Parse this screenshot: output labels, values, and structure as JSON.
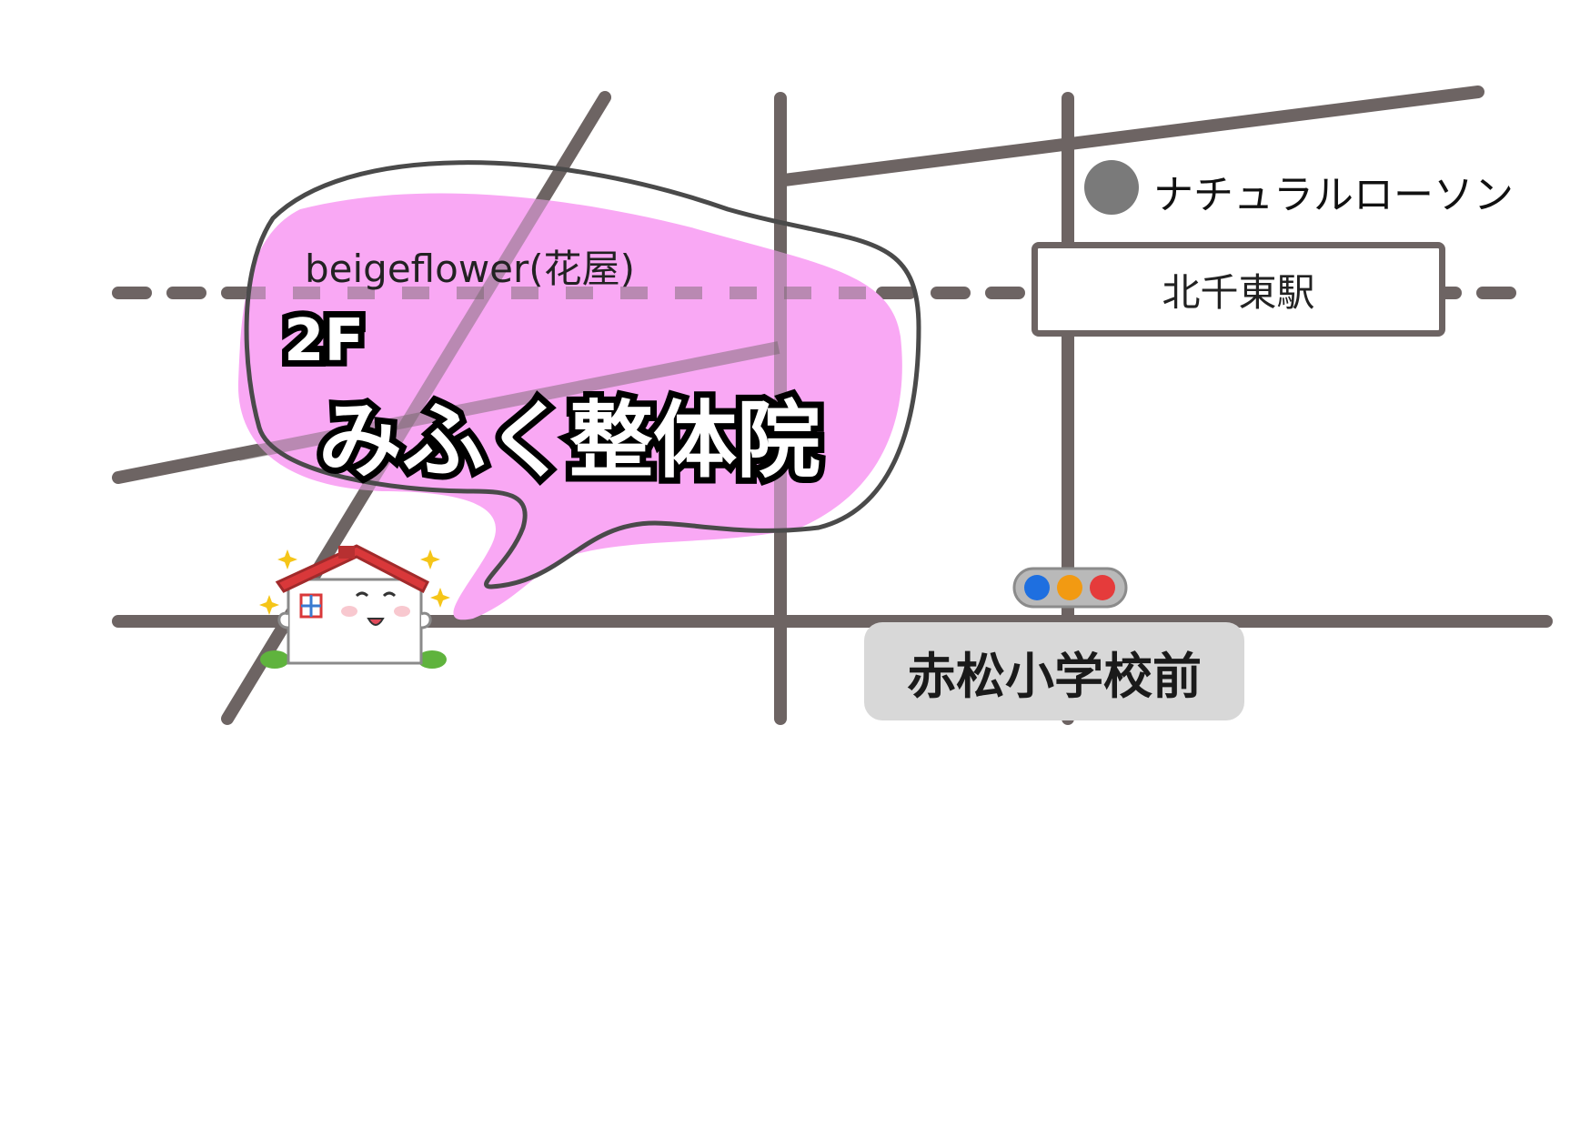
{
  "landmarks": {
    "store": {
      "label": "ナチュラルローソン",
      "marker_color": "#7a7a7a"
    }
  },
  "station": {
    "name": "北千東駅"
  },
  "bus_stop": {
    "name": "赤松小学校前"
  },
  "callout": {
    "neighbor": "beigeflower(花屋)",
    "floor": "2F",
    "business": "みふく整体院",
    "fill_color": "#f9a8f4"
  },
  "traffic_light": {
    "colors": [
      "#1e6fe0",
      "#f29a12",
      "#e53b3b"
    ]
  },
  "colors": {
    "road": "#6d6463",
    "house_roof": "#d9383a"
  },
  "icons": [
    "store-marker-icon",
    "traffic-light-icon",
    "house-mascot-icon"
  ]
}
